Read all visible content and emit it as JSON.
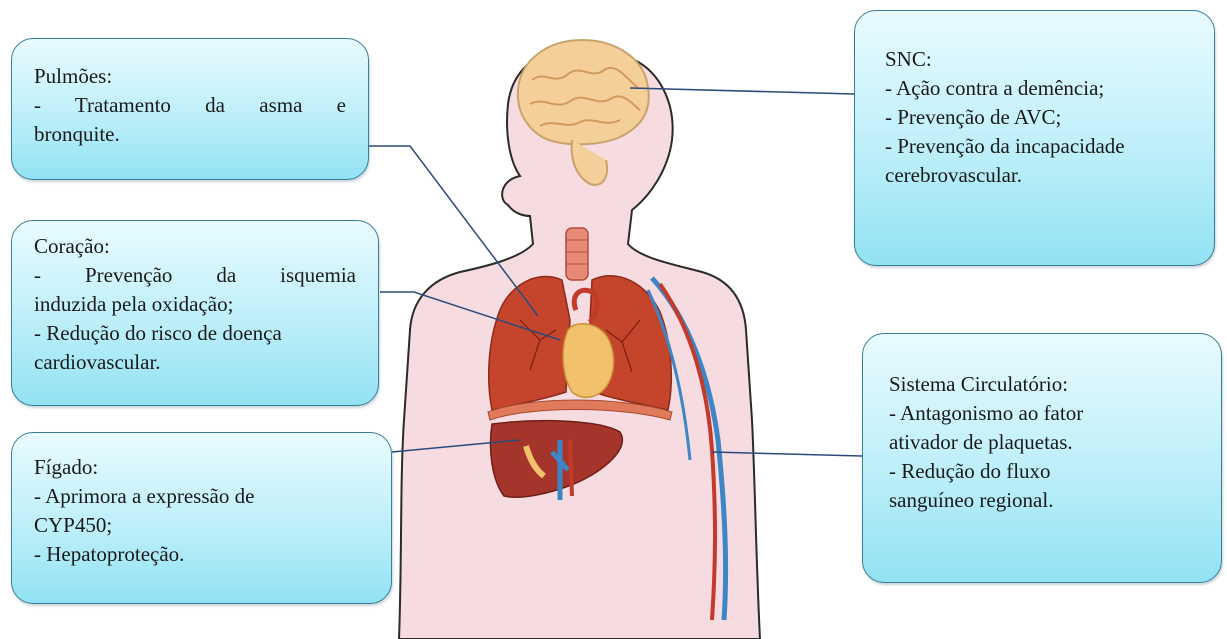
{
  "callouts": {
    "lungs": {
      "title": "Pulmões:",
      "lines": [
        "- Tratamento da asma e",
        "bronquite."
      ]
    },
    "heart": {
      "title": "Coração:",
      "lines": [
        "- Prevenção da isquemia",
        "induzida pela oxidação;",
        "- Redução do risco de doença",
        "cardiovascular."
      ]
    },
    "liver": {
      "title": "Fígado:",
      "lines": [
        "- Aprimora a expressão de",
        "CYP450;",
        "- Hepatoproteção."
      ]
    },
    "cns": {
      "title": "SNC:",
      "lines": [
        "- Ação contra a demência;",
        "- Prevenção de AVC;",
        "- Prevenção da incapacidade",
        "cerebrovascular."
      ]
    },
    "circulatory": {
      "title": "Sistema Circulatório:",
      "lines": [
        "- Antagonismo ao fator",
        "ativador de plaquetas.",
        "- Redução do fluxo",
        "sanguíneo regional."
      ]
    }
  },
  "colors": {
    "skin": "#f6dbe0",
    "outline": "#2b2b2b",
    "brain": "#f4cf9a",
    "lungs": "#c5452c",
    "heart": "#f2c16b",
    "liver": "#a5352a",
    "diaphragm": "#e07a5a",
    "artery": "#c23a2a",
    "vein": "#3d86c6",
    "leader": "#2c4a7a"
  }
}
